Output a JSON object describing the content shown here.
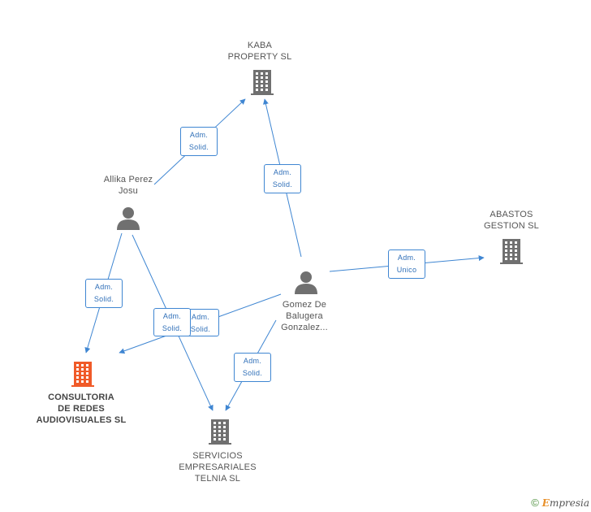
{
  "nodes": {
    "kaba": {
      "label": "KABA\nPROPERTY SL",
      "type": "company"
    },
    "abastos": {
      "label": "ABASTOS\nGESTION SL",
      "type": "company"
    },
    "consultoria": {
      "label": "CONSULTORIA\nDE REDES\nAUDIOVISUALES SL",
      "type": "company",
      "highlight": true
    },
    "servicios": {
      "label": "SERVICIOS\nEMPRESARIALES\nTELNIA  SL",
      "type": "company"
    },
    "allika": {
      "label": "Allika Perez\nJosu",
      "type": "person"
    },
    "gomez": {
      "label": "Gomez De\nBalugera\nGonzalez...",
      "type": "person"
    }
  },
  "edges": [
    {
      "id": "e1",
      "from": "allika",
      "to": "kaba",
      "line1": "Adm.",
      "line2": "Solid."
    },
    {
      "id": "e2",
      "from": "gomez",
      "to": "kaba",
      "line1": "Adm.",
      "line2": "Solid."
    },
    {
      "id": "e3",
      "from": "gomez",
      "to": "abastos",
      "line1": "Adm.",
      "line2": "Unico"
    },
    {
      "id": "e4",
      "from": "allika",
      "to": "consultoria",
      "line1": "Adm.",
      "line2": "Solid."
    },
    {
      "id": "e5",
      "from": "gomez",
      "to": "consultoria",
      "line1": "Adm.",
      "line2": "Solid."
    },
    {
      "id": "e6",
      "from": "allika",
      "to": "servicios",
      "line1": "Adm.",
      "line2": "Solid."
    },
    {
      "id": "e7",
      "from": "gomez",
      "to": "servicios",
      "line1": "Adm.",
      "line2": "Solid."
    }
  ],
  "colors": {
    "edge": "#3f86d2",
    "company": "#707070",
    "company_highlight": "#f05a28",
    "person": "#707070"
  },
  "footer": {
    "copyright": "©",
    "brand_initial": "E",
    "brand_rest": "mpresia"
  }
}
